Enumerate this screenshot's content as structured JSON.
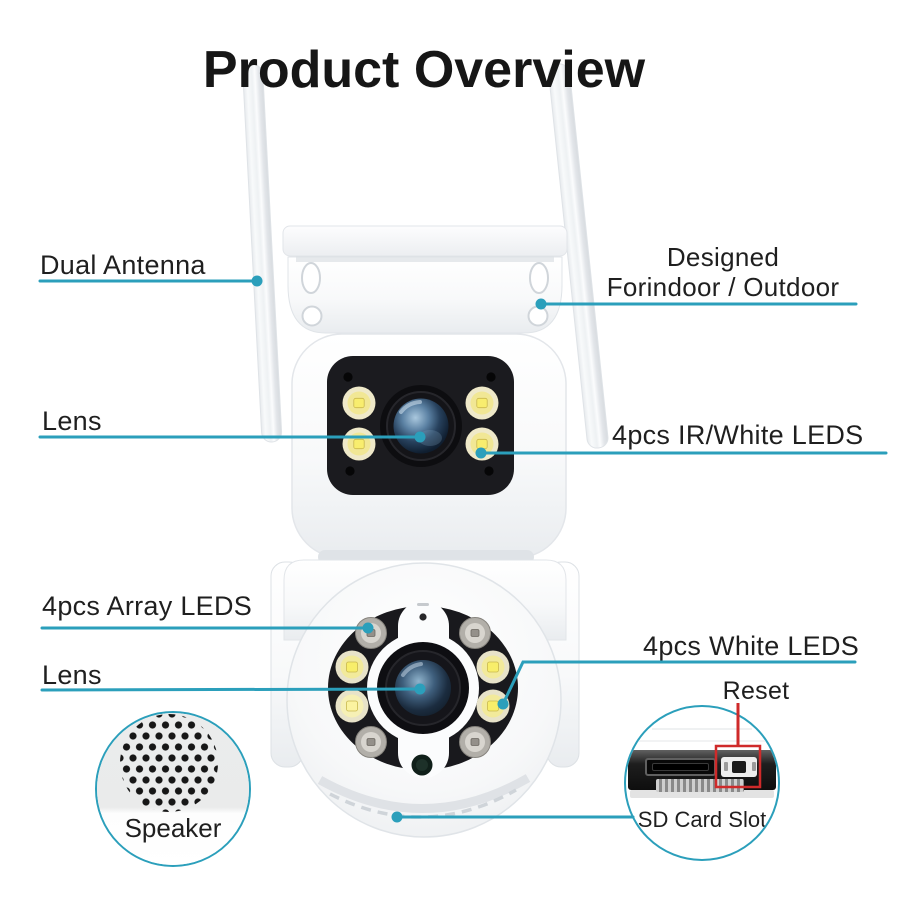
{
  "title": "Product Overview",
  "colors": {
    "accent": "#2b9fbb",
    "reset_red": "#cf2a2a",
    "title_color": "#161616",
    "label_color": "#1f1f1f"
  },
  "callouts": {
    "dual_antenna": {
      "label": "Dual Antenna"
    },
    "designed": {
      "line1": "Designed",
      "line2": "Forindoor / Outdoor"
    },
    "lens_top": {
      "label": "Lens"
    },
    "ir_white_leds": {
      "label": "4pcs IR/White LEDS"
    },
    "array_leds": {
      "label": "4pcs Array LEDS"
    },
    "lens_bottom": {
      "label": "Lens"
    },
    "white_leds": {
      "label": "4pcs White LEDS"
    },
    "reset": {
      "label": "Reset"
    }
  },
  "insets": {
    "speaker": {
      "label": "Speaker"
    },
    "sd_card": {
      "label": "SD Card Slot"
    }
  }
}
